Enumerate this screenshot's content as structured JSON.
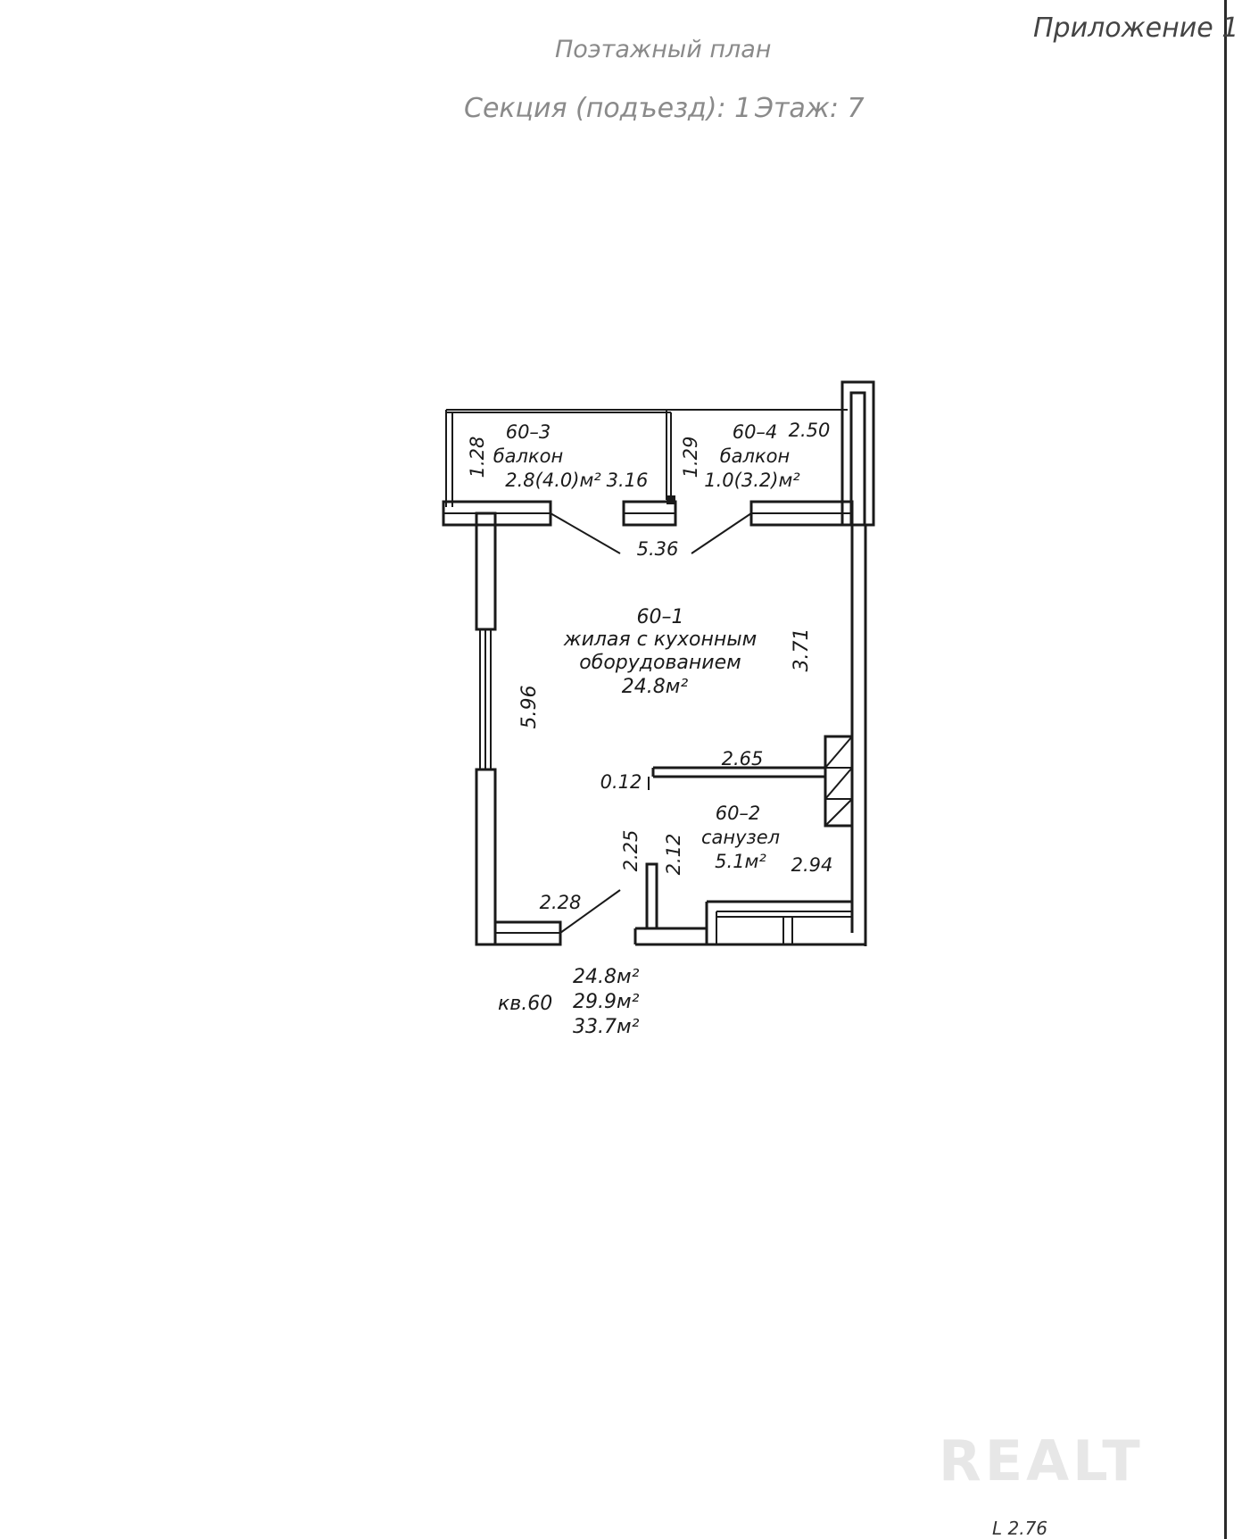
{
  "header": {
    "attachment": "Приложение 1",
    "title": "Поэтажный план",
    "section": "Секция (подъезд): 1",
    "floor": "Этаж: 7"
  },
  "rooms": {
    "room_60_3": {
      "id": "60–3",
      "name": "балкон",
      "area": "2.8(4.0)м²"
    },
    "room_60_4": {
      "id": "60–4",
      "name": "балкон",
      "area": "1.0(3.2)м²"
    },
    "room_60_1": {
      "id": "60–1",
      "name_line1": "жилая с кухонным",
      "name_line2": "оборудованием",
      "area": "24.8м²"
    },
    "room_60_2": {
      "id": "60–2",
      "name": "санузел",
      "area": "5.1м²"
    }
  },
  "dimensions": {
    "d_1_28": "1.28",
    "d_1_29": "1.29",
    "d_3_16": "3.16",
    "d_2_50": "2.50",
    "d_5_36": "5.36",
    "d_3_71": "3.71",
    "d_5_96": "5.96",
    "d_2_65": "2.65",
    "d_0_12": "0.12",
    "d_2_25": "2.25",
    "d_2_12": "2.12",
    "d_2_94": "2.94",
    "d_2_28": "2.28"
  },
  "apartment": {
    "label": "кв.60",
    "area_living": "24.8м²",
    "area_total": "29.9м²",
    "area_with_balconies": "33.7м²"
  },
  "watermark": "REALT",
  "footer": "L 2.76"
}
